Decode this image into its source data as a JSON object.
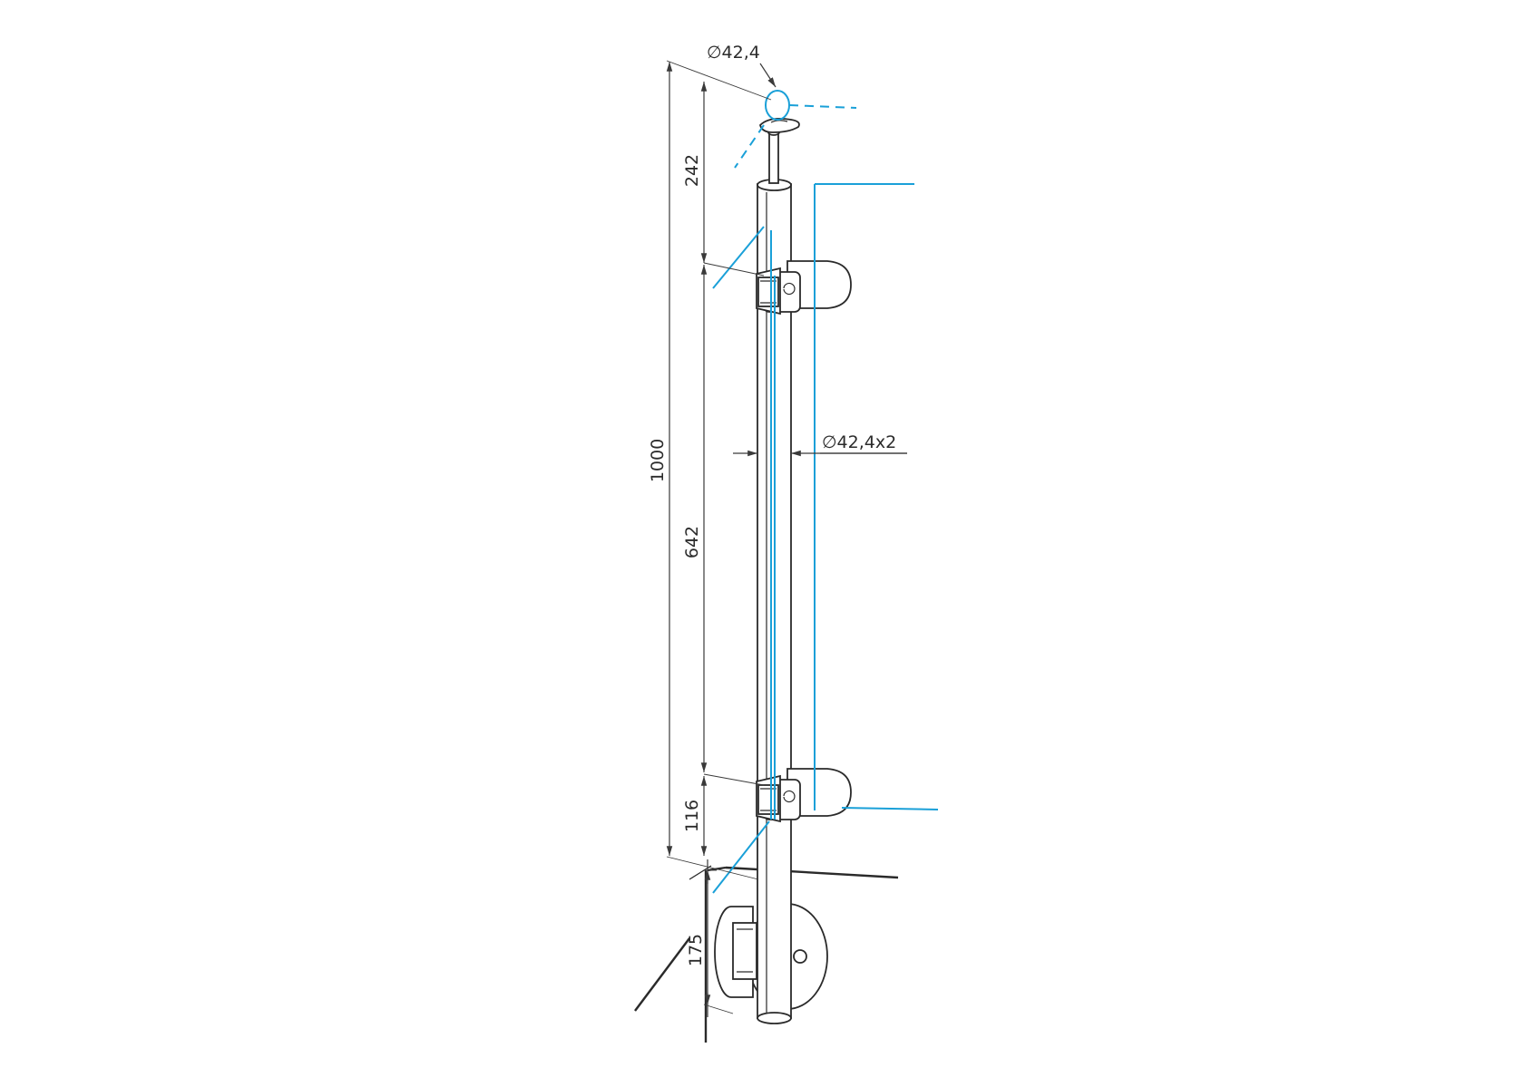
{
  "dimensions": {
    "overall_height": "1000",
    "top_segment": "242",
    "middle_segment": "642",
    "bottom_segment": "116",
    "base_segment": "175",
    "handrail_diameter": "∅42,4",
    "post_tube": "∅42,4x2"
  },
  "colors": {
    "glass_line": "#1aa0d8",
    "outline": "#2a2a2a",
    "background": "#ffffff"
  }
}
